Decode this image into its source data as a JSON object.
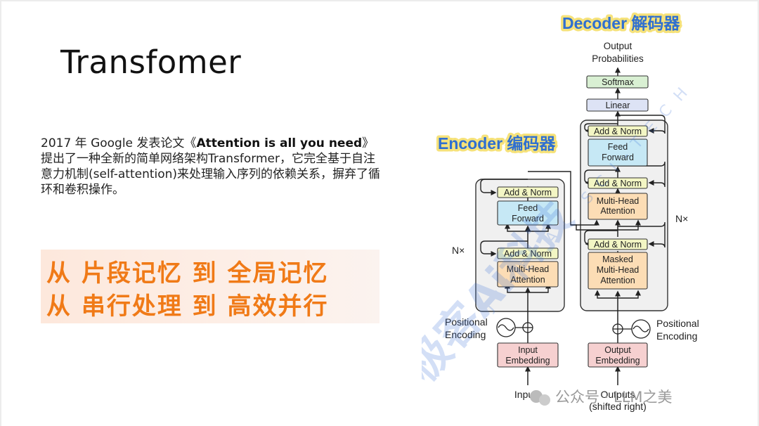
{
  "slide": {
    "title": "Transfomer",
    "paragraph": {
      "prefix": "2017 年 Google 发表论文《",
      "paper_title": "Attention is all you need",
      "suffix": "》提出了一种全新的简单网络架构Transformer，它完全基于自注意力机制(self-attention)来处理输入序列的依赖关系，摒弃了循环和卷积操作。"
    },
    "banner": {
      "line1": "从 片段记忆 到 全局记忆",
      "line2": "从 串行处理 到 高效并行"
    }
  },
  "diagram": {
    "decoder_label": "Decoder 解码器",
    "encoder_label": "Encoder 编码器",
    "output_probabilities": [
      "Output",
      "Probabilities"
    ],
    "softmax": "Softmax",
    "linear": "Linear",
    "add_norm": "Add & Norm",
    "feed_forward": [
      "Feed",
      "Forward"
    ],
    "multi_head_attention": [
      "Multi-Head",
      "Attention"
    ],
    "masked_multi_head_attention": [
      "Masked",
      "Multi-Head",
      "Attention"
    ],
    "nx": "N×",
    "positional_encoding": [
      "Positional",
      "Encoding"
    ],
    "input_embedding": [
      "Input",
      "Embedding"
    ],
    "output_embedding": [
      "Output",
      "Embedding"
    ],
    "inputs": "Inputs",
    "outputs": [
      "Outputs",
      "(shifted right)"
    ],
    "colors": {
      "add_norm_fill": "#f3f6c4",
      "feed_forward_fill": "#c6e8f5",
      "attention_fill": "#fcddb5",
      "embedding_fill": "#f6d0d0",
      "linear_fill": "#dde3f5",
      "softmax_fill": "#d9f0d3",
      "stack_fill": "#f0f0f0",
      "label_blue": "#2f6fd0",
      "label_glow": "#f6e27a"
    }
  },
  "watermark": {
    "brand": "极客Ai科技",
    "letters": "JIKE AI SCI-TECH",
    "account": "公众号 · LLM之美",
    "color": "#3a72d8"
  }
}
